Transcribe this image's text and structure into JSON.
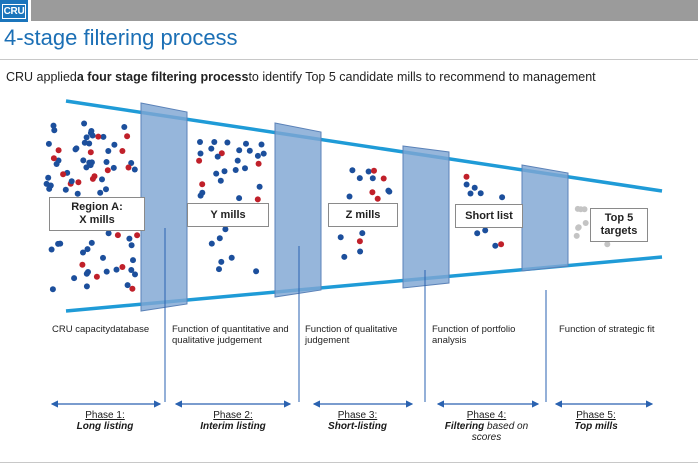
{
  "header": {
    "logo_text": "CRU",
    "title": "4-stage filtering process",
    "subtitle_pre": "CRU applied",
    "subtitle_bold": "a four stage filtering process",
    "subtitle_post": "to identify Top 5 candidate mills to recommend to management"
  },
  "colors": {
    "accent_blue": "#1b6fb5",
    "funnel_line": "#1f9bd7",
    "filter_fill": "#7fa6d3",
    "dot_red": "#c0202a",
    "dot_blue": "#1c4f9c",
    "dot_grey": "#c4c4c4"
  },
  "stages": [
    {
      "label": "Region A:\nX mills"
    },
    {
      "label": "Y mills"
    },
    {
      "label": "Z mills"
    },
    {
      "label": "Short list"
    },
    {
      "label": "Top 5\ntargets"
    }
  ],
  "descriptions": [
    "CRU capacitydatabase",
    "Function of quantitative and qualitative judgement",
    "Function of qualitative judgement",
    "Function of portfolio analysis",
    "Function of strategic fit"
  ],
  "phases": [
    {
      "num": "Phase 1:",
      "name": "Long listing",
      "extra": ""
    },
    {
      "num": "Phase 2:",
      "name": "Interim listing",
      "extra": ""
    },
    {
      "num": "Phase 3:",
      "name": "Short-listing",
      "extra": ""
    },
    {
      "num": "Phase 4:",
      "name": "Filtering",
      "extra": " based on scores"
    },
    {
      "num": "Phase 5:",
      "name": "Top mills",
      "extra": ""
    }
  ]
}
